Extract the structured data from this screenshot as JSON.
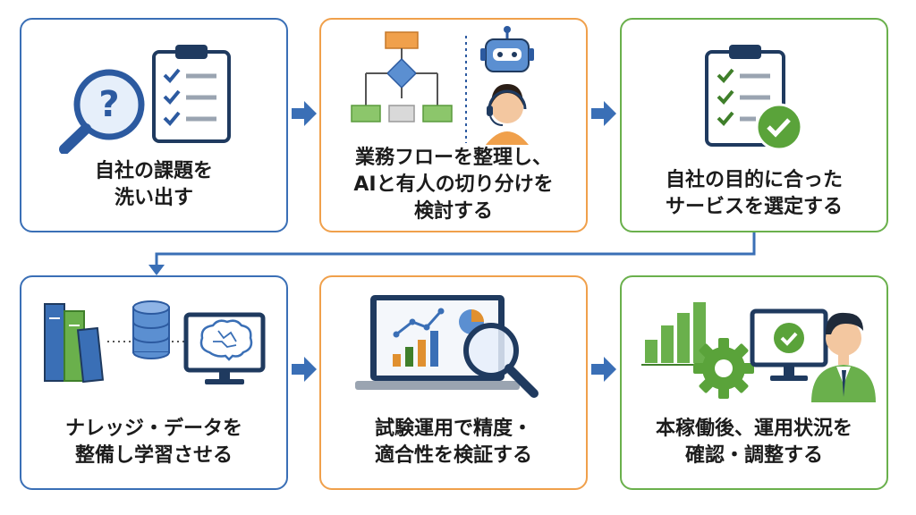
{
  "colors": {
    "blue": "#3a6fb6",
    "orange": "#f0a04b",
    "green": "#6ab04c",
    "navy": "#1f3a5f",
    "arrow": "#3a6fb6"
  },
  "steps": [
    {
      "text": "自社の課題を\n洗い出す",
      "border": "blue",
      "icons": [
        "magnifier-question-icon",
        "checklist-clipboard-icon"
      ]
    },
    {
      "text": "業務フローを整理し、\nAIと有人の切り分けを\n検討する",
      "border": "orange",
      "icons": [
        "flowchart-icon",
        "robot-icon",
        "operator-headset-icon"
      ]
    },
    {
      "text": "自社の目的に合った\nサービスを選定する",
      "border": "green",
      "icons": [
        "clipboard-check-icon"
      ]
    },
    {
      "text": "ナレッジ・データを\n整備し学習させる",
      "border": "blue",
      "icons": [
        "books-icon",
        "database-icon",
        "ai-brain-monitor-icon"
      ]
    },
    {
      "text": "試験運用で精度・\n適合性を検証する",
      "border": "orange",
      "icons": [
        "laptop-chart-icon",
        "magnifier-icon"
      ]
    },
    {
      "text": "本稼働後、運用状況を\n確認・調整する",
      "border": "green",
      "icons": [
        "bar-chart-icon",
        "gear-icon",
        "monitor-check-icon",
        "businessman-icon"
      ]
    }
  ]
}
